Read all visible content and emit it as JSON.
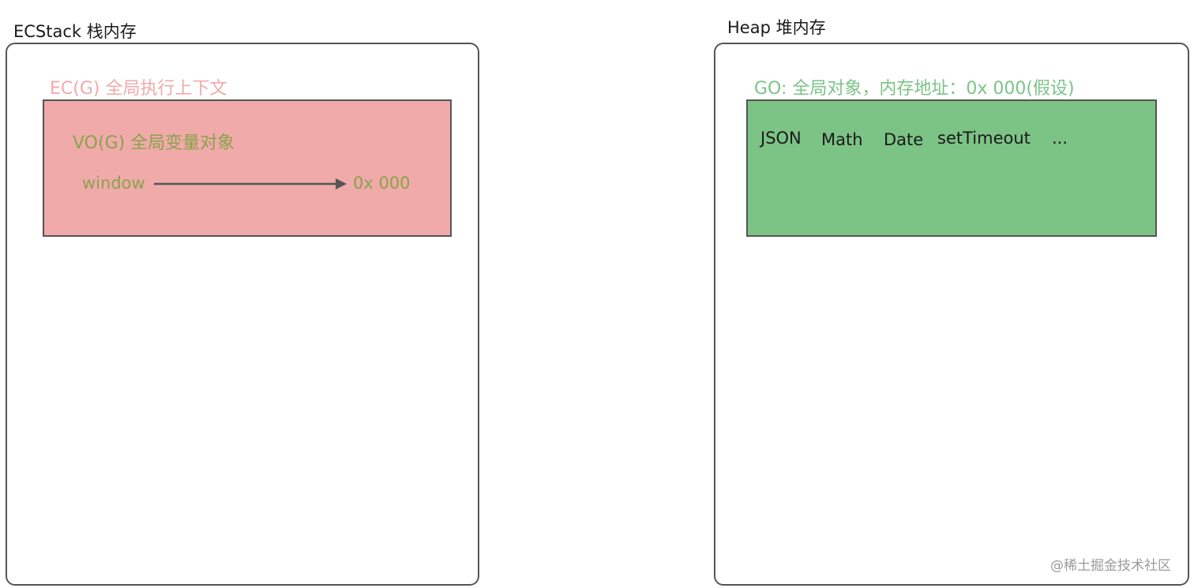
{
  "colors": {
    "ec_label": "#f0aaaa",
    "ec_box": "#f0aaaa",
    "vo_text": "#8aa34a",
    "go_label": "#7cc386",
    "go_box": "#7cc386",
    "border": "#555555"
  },
  "stack": {
    "title": "ECStack 栈内存",
    "ec_label": "EC(G) 全局执行上下文",
    "vo_label": "VO(G) 全局变量对象",
    "variable": "window",
    "address": "0x 000"
  },
  "heap": {
    "title": "Heap 堆内存",
    "go_label": "GO: 全局对象，内存地址：0x 000(假设)",
    "items": [
      "JSON",
      "Math",
      "Date",
      "setTimeout",
      "..."
    ]
  },
  "watermark": "@稀土掘金技术社区"
}
